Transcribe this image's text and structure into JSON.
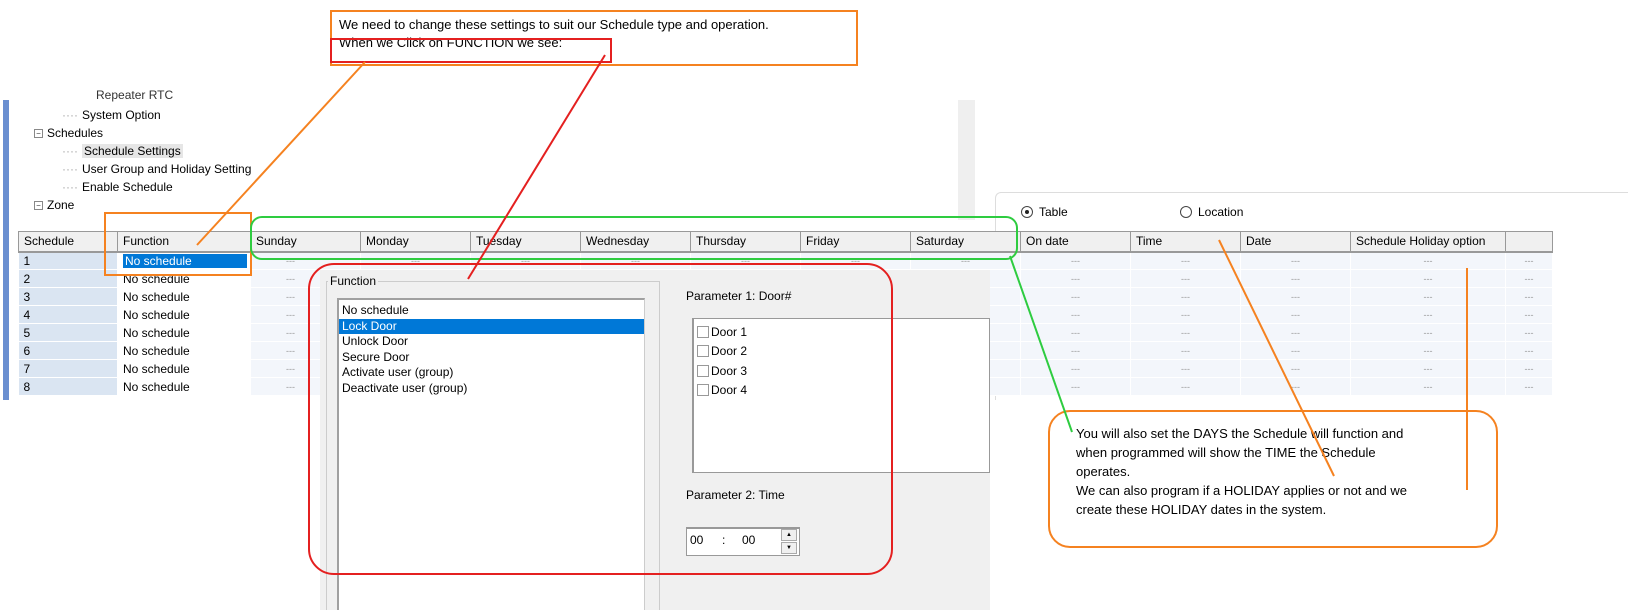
{
  "tree": {
    "partial_item": "Repeater RTC",
    "items": [
      {
        "label": "System Option",
        "level": 2
      },
      {
        "label": "Schedules",
        "level": 1,
        "expanded": true
      },
      {
        "label": "Schedule Settings",
        "level": 2,
        "selected": true
      },
      {
        "label": "User Group and Holiday Setting",
        "level": 2
      },
      {
        "label": "Enable Schedule",
        "level": 2
      },
      {
        "label": "Zone",
        "level": 1,
        "expanded": true
      }
    ]
  },
  "view_mode": {
    "table_label": "Table",
    "location_label": "Location",
    "selected": "Table"
  },
  "table": {
    "columns": [
      "Schedule",
      "Function",
      "Sunday",
      "Monday",
      "Tuesday",
      "Wednesday",
      "Thursday",
      "Friday",
      "Saturday",
      "On date",
      "Time",
      "Date",
      "Schedule Holiday option",
      ""
    ],
    "empty_value": "---",
    "rows": [
      {
        "schedule": "1",
        "function": "No schedule",
        "selected": true
      },
      {
        "schedule": "2",
        "function": "No schedule"
      },
      {
        "schedule": "3",
        "function": "No schedule"
      },
      {
        "schedule": "4",
        "function": "No schedule"
      },
      {
        "schedule": "5",
        "function": "No schedule"
      },
      {
        "schedule": "6",
        "function": "No schedule"
      },
      {
        "schedule": "7",
        "function": "No schedule"
      },
      {
        "schedule": "8",
        "function": "No schedule"
      }
    ]
  },
  "dialog": {
    "function_group_label": "Function",
    "functions": [
      "No schedule",
      "Lock Door",
      "Unlock Door",
      "Secure Door",
      "Activate user (group)",
      "Deactivate user (group)"
    ],
    "selected_function": "Lock Door",
    "param1_label": "Parameter 1:  Door#",
    "doors": [
      {
        "label": "Door 1",
        "checked": false
      },
      {
        "label": "Door 2",
        "checked": false
      },
      {
        "label": "Door 3",
        "checked": false
      },
      {
        "label": "Door 4",
        "checked": false
      }
    ],
    "param2_label": "Parameter 2:  Time",
    "time_hours": "00",
    "time_sep": ":",
    "time_minutes": "00"
  },
  "annotations": {
    "top_note_line1": "We need to change these settings to suit our Schedule type and operation.",
    "top_note_line2": "When we Click on FUNCTION we see:",
    "callout_lines": [
      "You will also set the DAYS the Schedule will function and",
      "when programmed will show the TIME the Schedule",
      "operates.",
      "We can also program if a HOLIDAY applies or not and we",
      "create these HOLIDAY dates in the system."
    ],
    "colors": {
      "orange": "#f58220",
      "red": "#e42020",
      "green": "#2ecc40",
      "selection_blue": "#0078d7"
    }
  }
}
